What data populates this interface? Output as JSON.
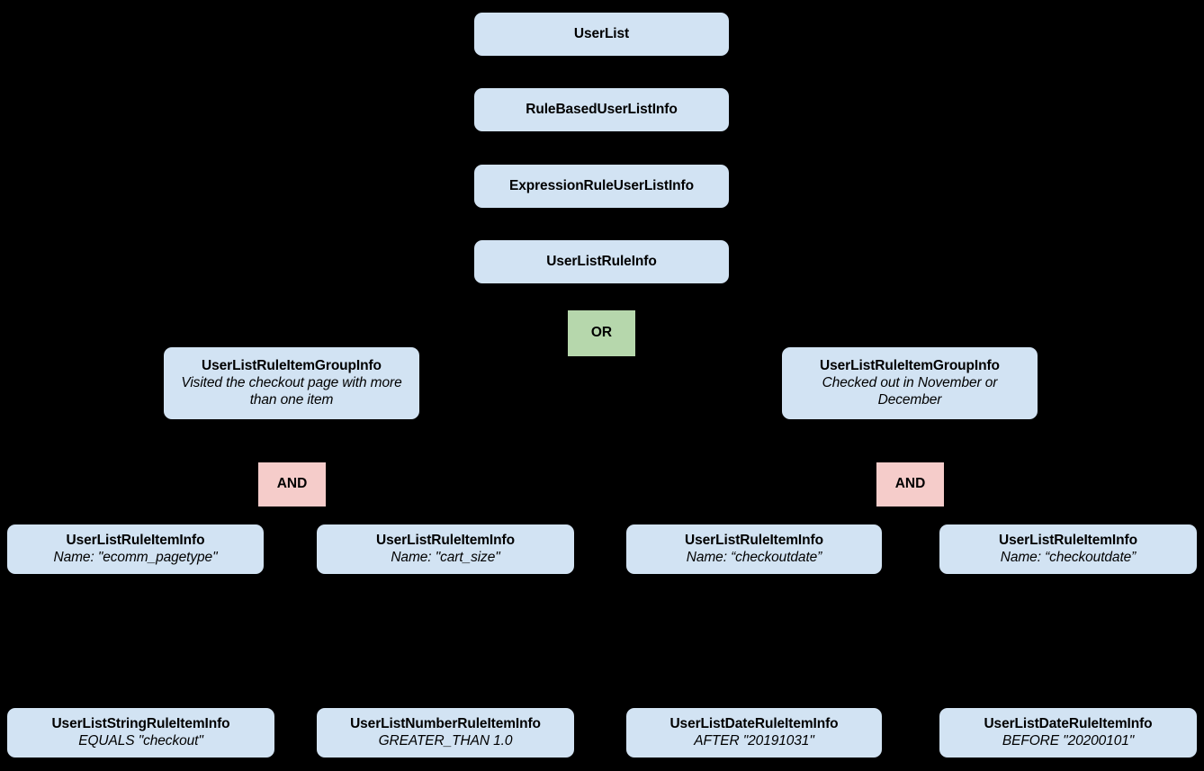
{
  "diagram": {
    "type": "class-hierarchy-tree",
    "background_color": "#000000",
    "palette": {
      "class_node_fill": "#d2e3f3",
      "or_operator_fill": "#b6d7ac",
      "and_operator_fill": "#f5ccca",
      "text_color": "#000000",
      "edge_color": "#000000"
    },
    "nodes": {
      "user_list": {
        "title": "UserList"
      },
      "rule_based_user_list_info": {
        "title": "RuleBasedUserListInfo"
      },
      "expression_rule_user_list_info": {
        "title": "ExpressionRuleUserListInfo"
      },
      "user_list_rule_info": {
        "title": "UserListRuleInfo"
      },
      "or_operator": {
        "label": "OR"
      },
      "group_left": {
        "title": "UserListRuleItemGroupInfo",
        "subtitle": "Visited the checkout page with more than one item"
      },
      "group_right": {
        "title": "UserListRuleItemGroupInfo",
        "subtitle": "Checked out in November or December"
      },
      "and_operator_left": {
        "label": "AND"
      },
      "and_operator_right": {
        "label": "AND"
      },
      "rule_item_1": {
        "title": "UserListRuleItemInfo",
        "subtitle": "Name: \"ecomm_pagetype\""
      },
      "rule_item_2": {
        "title": "UserListRuleItemInfo",
        "subtitle": "Name: \"cart_size\""
      },
      "rule_item_3": {
        "title": "UserListRuleItemInfo",
        "subtitle": "Name: “checkoutdate”"
      },
      "rule_item_4": {
        "title": "UserListRuleItemInfo",
        "subtitle": "Name: “checkoutdate”"
      },
      "leaf_1": {
        "title": "UserListStringRuleItemInfo",
        "subtitle": "EQUALS \"checkout\""
      },
      "leaf_2": {
        "title": "UserListNumberRuleItemInfo",
        "subtitle": "GREATER_THAN 1.0"
      },
      "leaf_3": {
        "title": "UserListDateRuleItemInfo",
        "subtitle": "AFTER \"20191031\""
      },
      "leaf_4": {
        "title": "UserListDateRuleItemInfo",
        "subtitle": "BEFORE \"20200101\""
      }
    }
  }
}
